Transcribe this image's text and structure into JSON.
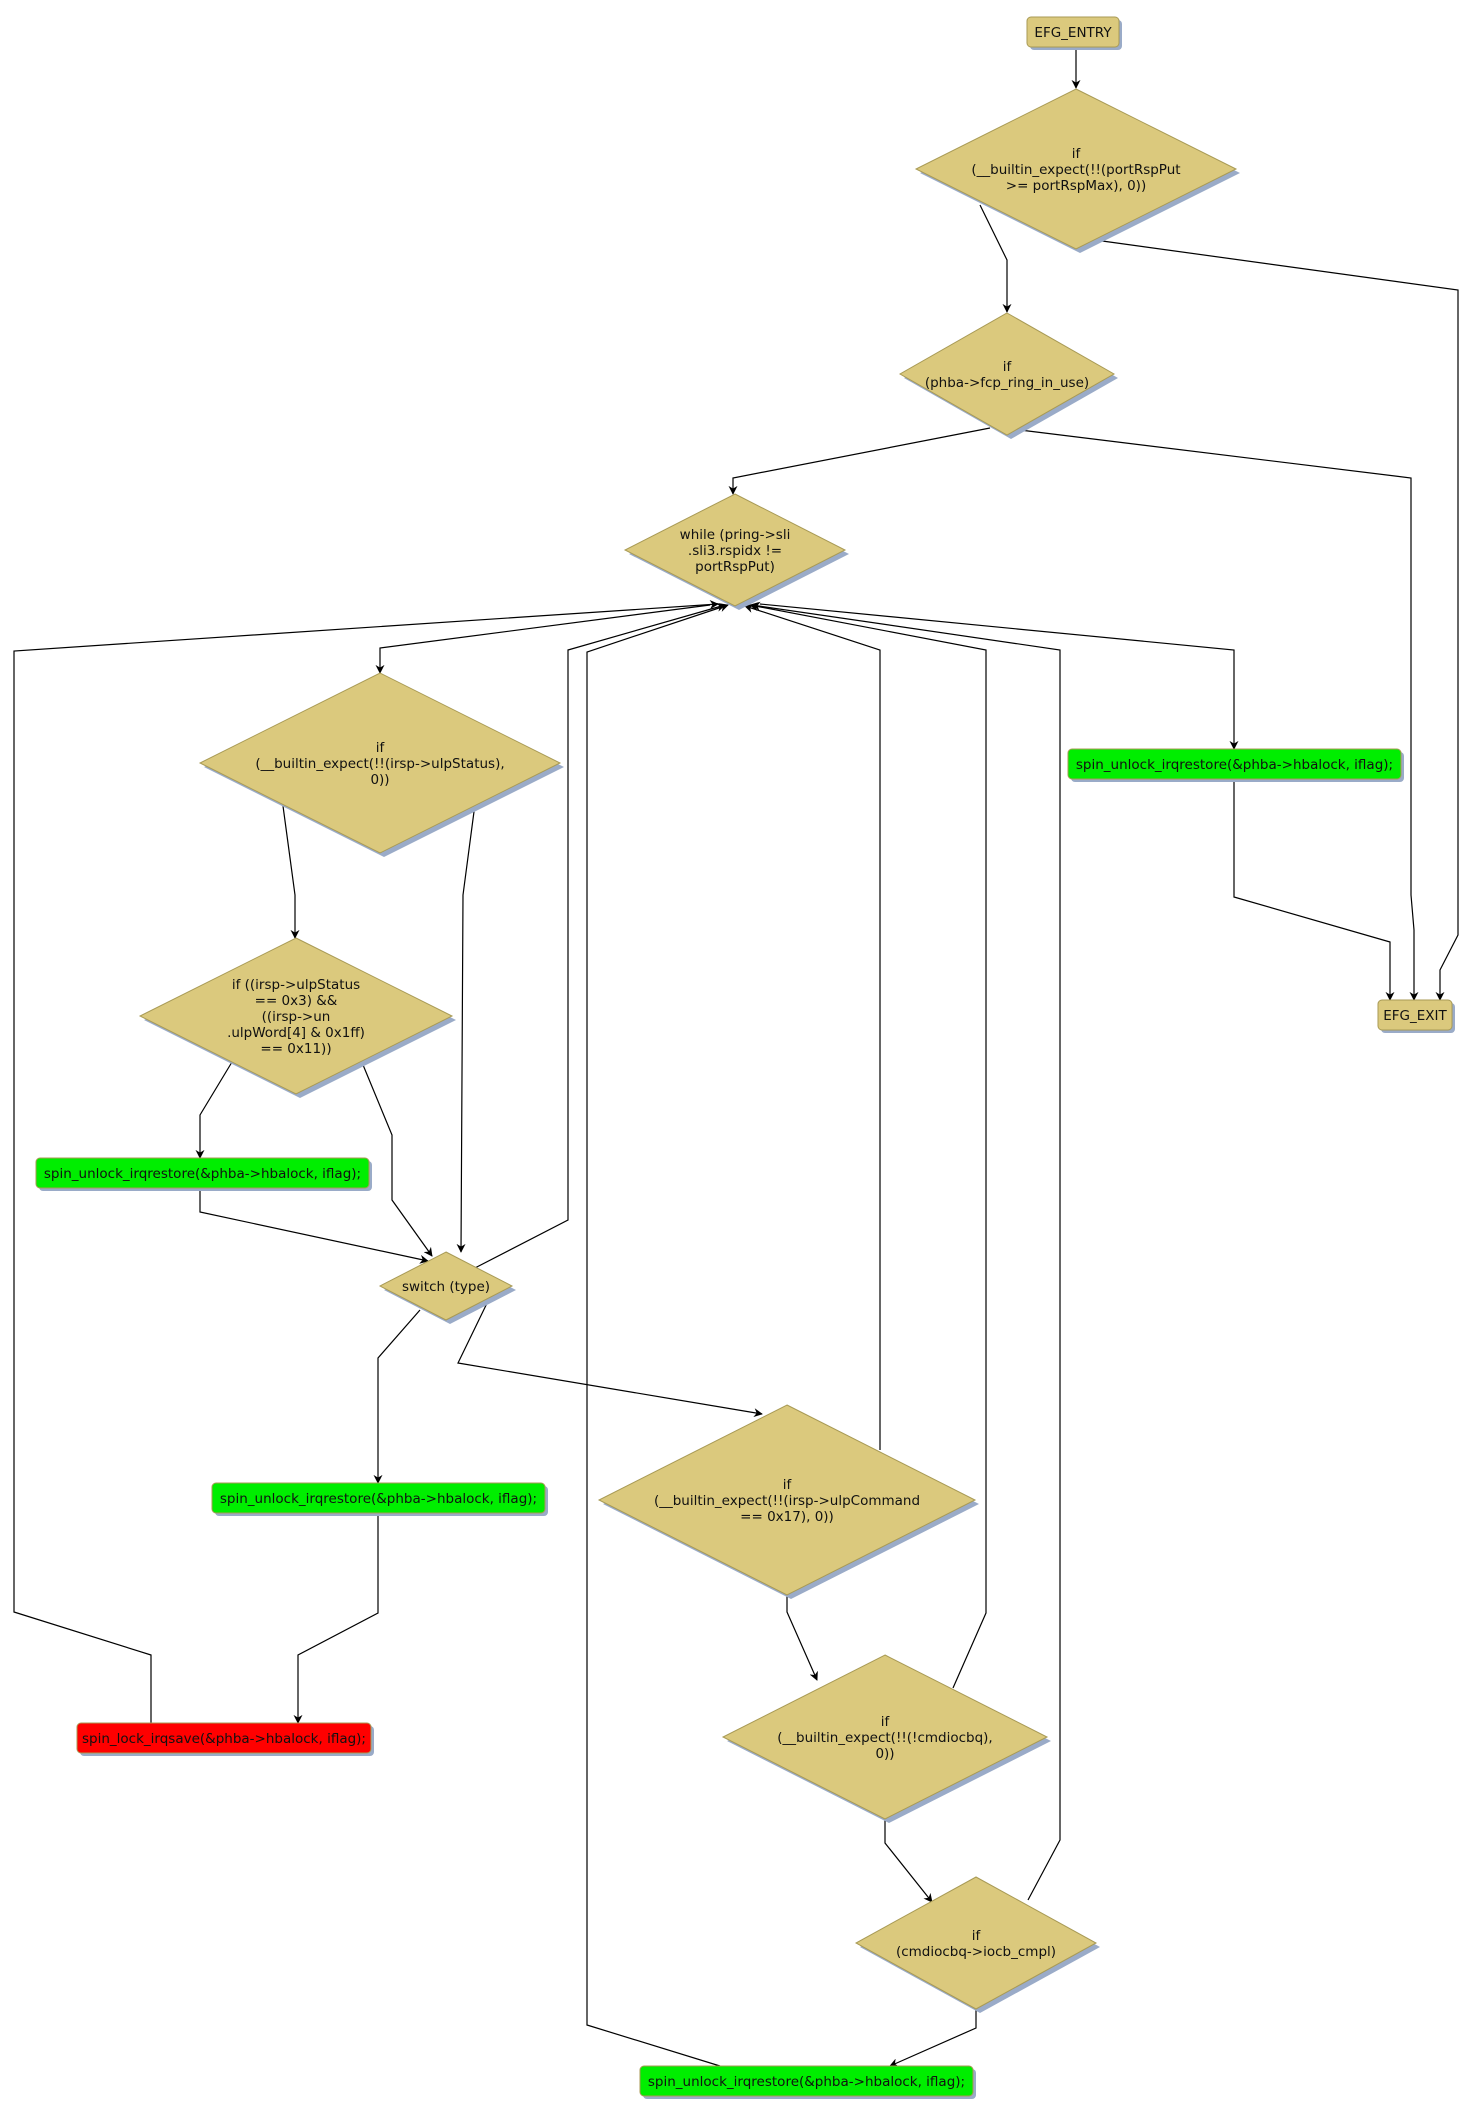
{
  "title": "Control flow graph",
  "colors": {
    "decision": "#dbc97d",
    "decision_border": "#a89a55",
    "action_ok": "#00ee00",
    "action_lock": "#ff0000",
    "shadow": "#9aabc8",
    "edge": "#000000"
  },
  "nodes": [
    {
      "id": "entry",
      "kind": "terminal",
      "lines": [
        "EFG_ENTRY"
      ]
    },
    {
      "id": "if_portrsp",
      "kind": "decision",
      "lines": [
        "if",
        "(__builtin_expect(!!(portRspPut",
        ">= portRspMax), 0))"
      ]
    },
    {
      "id": "if_fcp_ring",
      "kind": "decision",
      "lines": [
        "if",
        "(phba->fcp_ring_in_use)"
      ]
    },
    {
      "id": "while_rspidx",
      "kind": "decision",
      "lines": [
        "while (pring->sli",
        ".sli3.rspidx !=",
        "portRspPut)"
      ]
    },
    {
      "id": "unlock_right",
      "kind": "action",
      "lines": [
        "spin_unlock_irqrestore(&phba->hbalock, iflag);"
      ]
    },
    {
      "id": "exit",
      "kind": "terminal",
      "lines": [
        "EFG_EXIT"
      ]
    },
    {
      "id": "if_ulpstatus",
      "kind": "decision",
      "lines": [
        "if",
        "(__builtin_expect(!!(irsp->ulpStatus),",
        "0))"
      ]
    },
    {
      "id": "if_ulpstatus_3",
      "kind": "decision",
      "lines": [
        "if ((irsp->ulpStatus",
        "== 0x3) &&",
        "((irsp->un",
        ".ulpWord[4] & 0x1ff)",
        "== 0x11))"
      ]
    },
    {
      "id": "unlock_left",
      "kind": "action",
      "lines": [
        "spin_unlock_irqrestore(&phba->hbalock, iflag);"
      ]
    },
    {
      "id": "switch_type",
      "kind": "decision",
      "lines": [
        "switch (type)"
      ]
    },
    {
      "id": "unlock_mid",
      "kind": "action",
      "lines": [
        "spin_unlock_irqrestore(&phba->hbalock, iflag);"
      ]
    },
    {
      "id": "lock_save",
      "kind": "lock",
      "lines": [
        "spin_lock_irqsave(&phba->hbalock, iflag);"
      ]
    },
    {
      "id": "if_ulpcommand",
      "kind": "decision",
      "lines": [
        "if",
        "(__builtin_expect(!!(irsp->ulpCommand",
        "== 0x17), 0))"
      ]
    },
    {
      "id": "if_cmdiocbq",
      "kind": "decision",
      "lines": [
        "if",
        "(__builtin_expect(!!(!cmdiocbq),",
        "0))"
      ]
    },
    {
      "id": "if_iocb_cmpl",
      "kind": "decision",
      "lines": [
        "if",
        "(cmdiocbq->iocb_cmpl)"
      ]
    },
    {
      "id": "unlock_bottom",
      "kind": "action",
      "lines": [
        "spin_unlock_irqrestore(&phba->hbalock, iflag);"
      ]
    }
  ],
  "edges": [
    {
      "from": "entry",
      "to": "if_portrsp"
    },
    {
      "from": "if_portrsp",
      "to": "if_fcp_ring"
    },
    {
      "from": "if_portrsp",
      "to": "exit"
    },
    {
      "from": "if_fcp_ring",
      "to": "while_rspidx"
    },
    {
      "from": "if_fcp_ring",
      "to": "exit"
    },
    {
      "from": "while_rspidx",
      "to": "if_ulpstatus"
    },
    {
      "from": "while_rspidx",
      "to": "unlock_right"
    },
    {
      "from": "unlock_right",
      "to": "exit"
    },
    {
      "from": "if_ulpstatus",
      "to": "if_ulpstatus_3"
    },
    {
      "from": "if_ulpstatus",
      "to": "switch_type"
    },
    {
      "from": "if_ulpstatus_3",
      "to": "unlock_left"
    },
    {
      "from": "if_ulpstatus_3",
      "to": "switch_type"
    },
    {
      "from": "unlock_left",
      "to": "switch_type"
    },
    {
      "from": "switch_type",
      "to": "while_rspidx"
    },
    {
      "from": "switch_type",
      "to": "unlock_mid"
    },
    {
      "from": "switch_type",
      "to": "if_ulpcommand"
    },
    {
      "from": "unlock_mid",
      "to": "lock_save"
    },
    {
      "from": "lock_save",
      "to": "while_rspidx"
    },
    {
      "from": "if_ulpcommand",
      "to": "while_rspidx"
    },
    {
      "from": "if_ulpcommand",
      "to": "if_cmdiocbq"
    },
    {
      "from": "if_cmdiocbq",
      "to": "while_rspidx"
    },
    {
      "from": "if_cmdiocbq",
      "to": "if_iocb_cmpl"
    },
    {
      "from": "if_iocb_cmpl",
      "to": "while_rspidx"
    },
    {
      "from": "if_iocb_cmpl",
      "to": "unlock_bottom"
    },
    {
      "from": "unlock_bottom",
      "to": "while_rspidx"
    }
  ]
}
